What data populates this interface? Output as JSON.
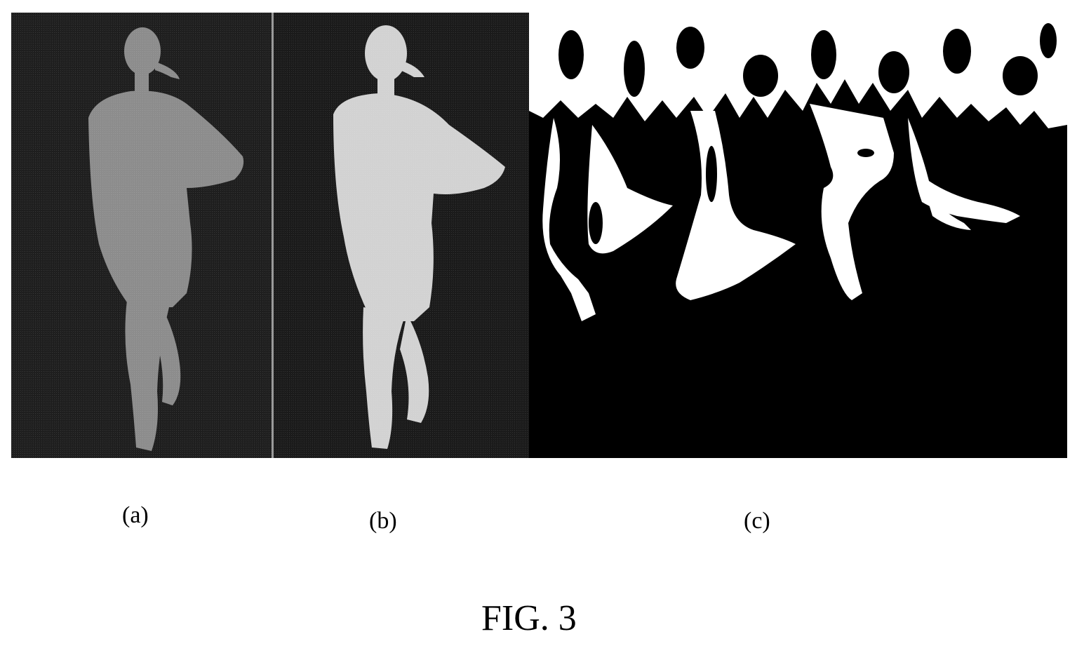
{
  "figure": {
    "title": "FIG. 3",
    "panels": [
      {
        "id": "a",
        "caption": "(a)",
        "content": "grayscale-figure-dim"
      },
      {
        "id": "b",
        "caption": "(b)",
        "content": "grayscale-figure-bright"
      },
      {
        "id": "c",
        "caption": "(c)",
        "content": "binary-mask-fragments"
      }
    ]
  },
  "colors": {
    "background": "#ffffff",
    "panel_a_bg": "#1e1e1e",
    "panel_a_figure": "#8c8c8c",
    "panel_b_bg": "#1a1a1a",
    "panel_b_figure": "#d2d2d2",
    "panel_c_bg": "#000000",
    "panel_c_mask": "#ffffff",
    "divider": "#9a9a9a"
  }
}
